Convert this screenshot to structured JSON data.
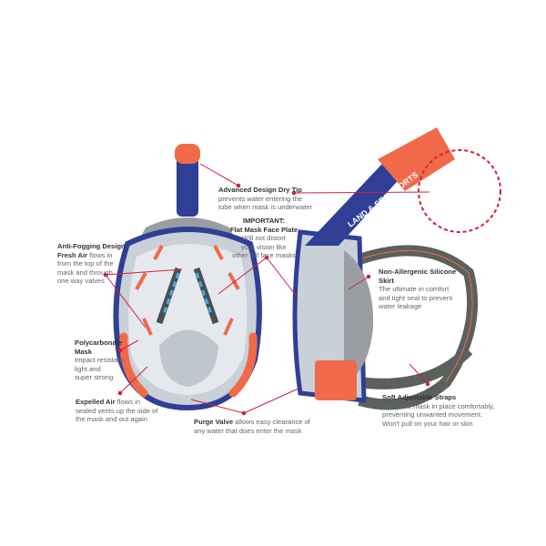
{
  "brand_logo": "LAND & SEA SPORTS",
  "colors": {
    "mask_blue": "#2f3f95",
    "accent_orange": "#f06a4a",
    "callout_red": "#d0213a",
    "strap_gray": "#5a605c",
    "airflow_blue": "#3fb0e6"
  },
  "callouts": {
    "dry_tip": {
      "title": "Advanced Design Dry Tip",
      "lines": [
        "prevents water entering the",
        "tube when mask is underwater"
      ]
    },
    "face_plate": {
      "title_1": "IMPORTANT:",
      "title_2": "Flat Mask Face Plate",
      "lines": [
        "Will not distort",
        "your vision like",
        "other full face masks"
      ]
    },
    "anti_fog": {
      "title": "Anti-Fogging Design",
      "lead": "Fresh Air",
      "lead_rest": " flows in",
      "lines": [
        "from the top of the",
        "mask and through",
        "one way valves"
      ]
    },
    "polycarbonate": {
      "title_1": "Polycarbonate",
      "title_2": "Mask",
      "lines": [
        "Impact resistant,",
        "light and",
        "super strong"
      ]
    },
    "expelled_air": {
      "lead": "Expelled Air",
      "lead_rest": " flows in",
      "lines": [
        "sealed vents up the side of",
        "the mask and out again"
      ]
    },
    "purge_valve": {
      "lead": "Purge Valve",
      "lead_rest": " allows easy clearance of",
      "lines": [
        "any water that does enter the mask"
      ]
    },
    "skirt": {
      "title_1": "Non-Allergenic Silicone",
      "title_2": "Skirt",
      "lines": [
        "The ultimate in comfort",
        "and tight seal to prevent",
        "water leakage"
      ]
    },
    "straps": {
      "title": "Soft Adjustable Straps",
      "lines": [
        "Holds the mask in place comfortably,",
        "preventing unwanted movement.",
        "Won't pull on your hair or skin"
      ]
    }
  }
}
